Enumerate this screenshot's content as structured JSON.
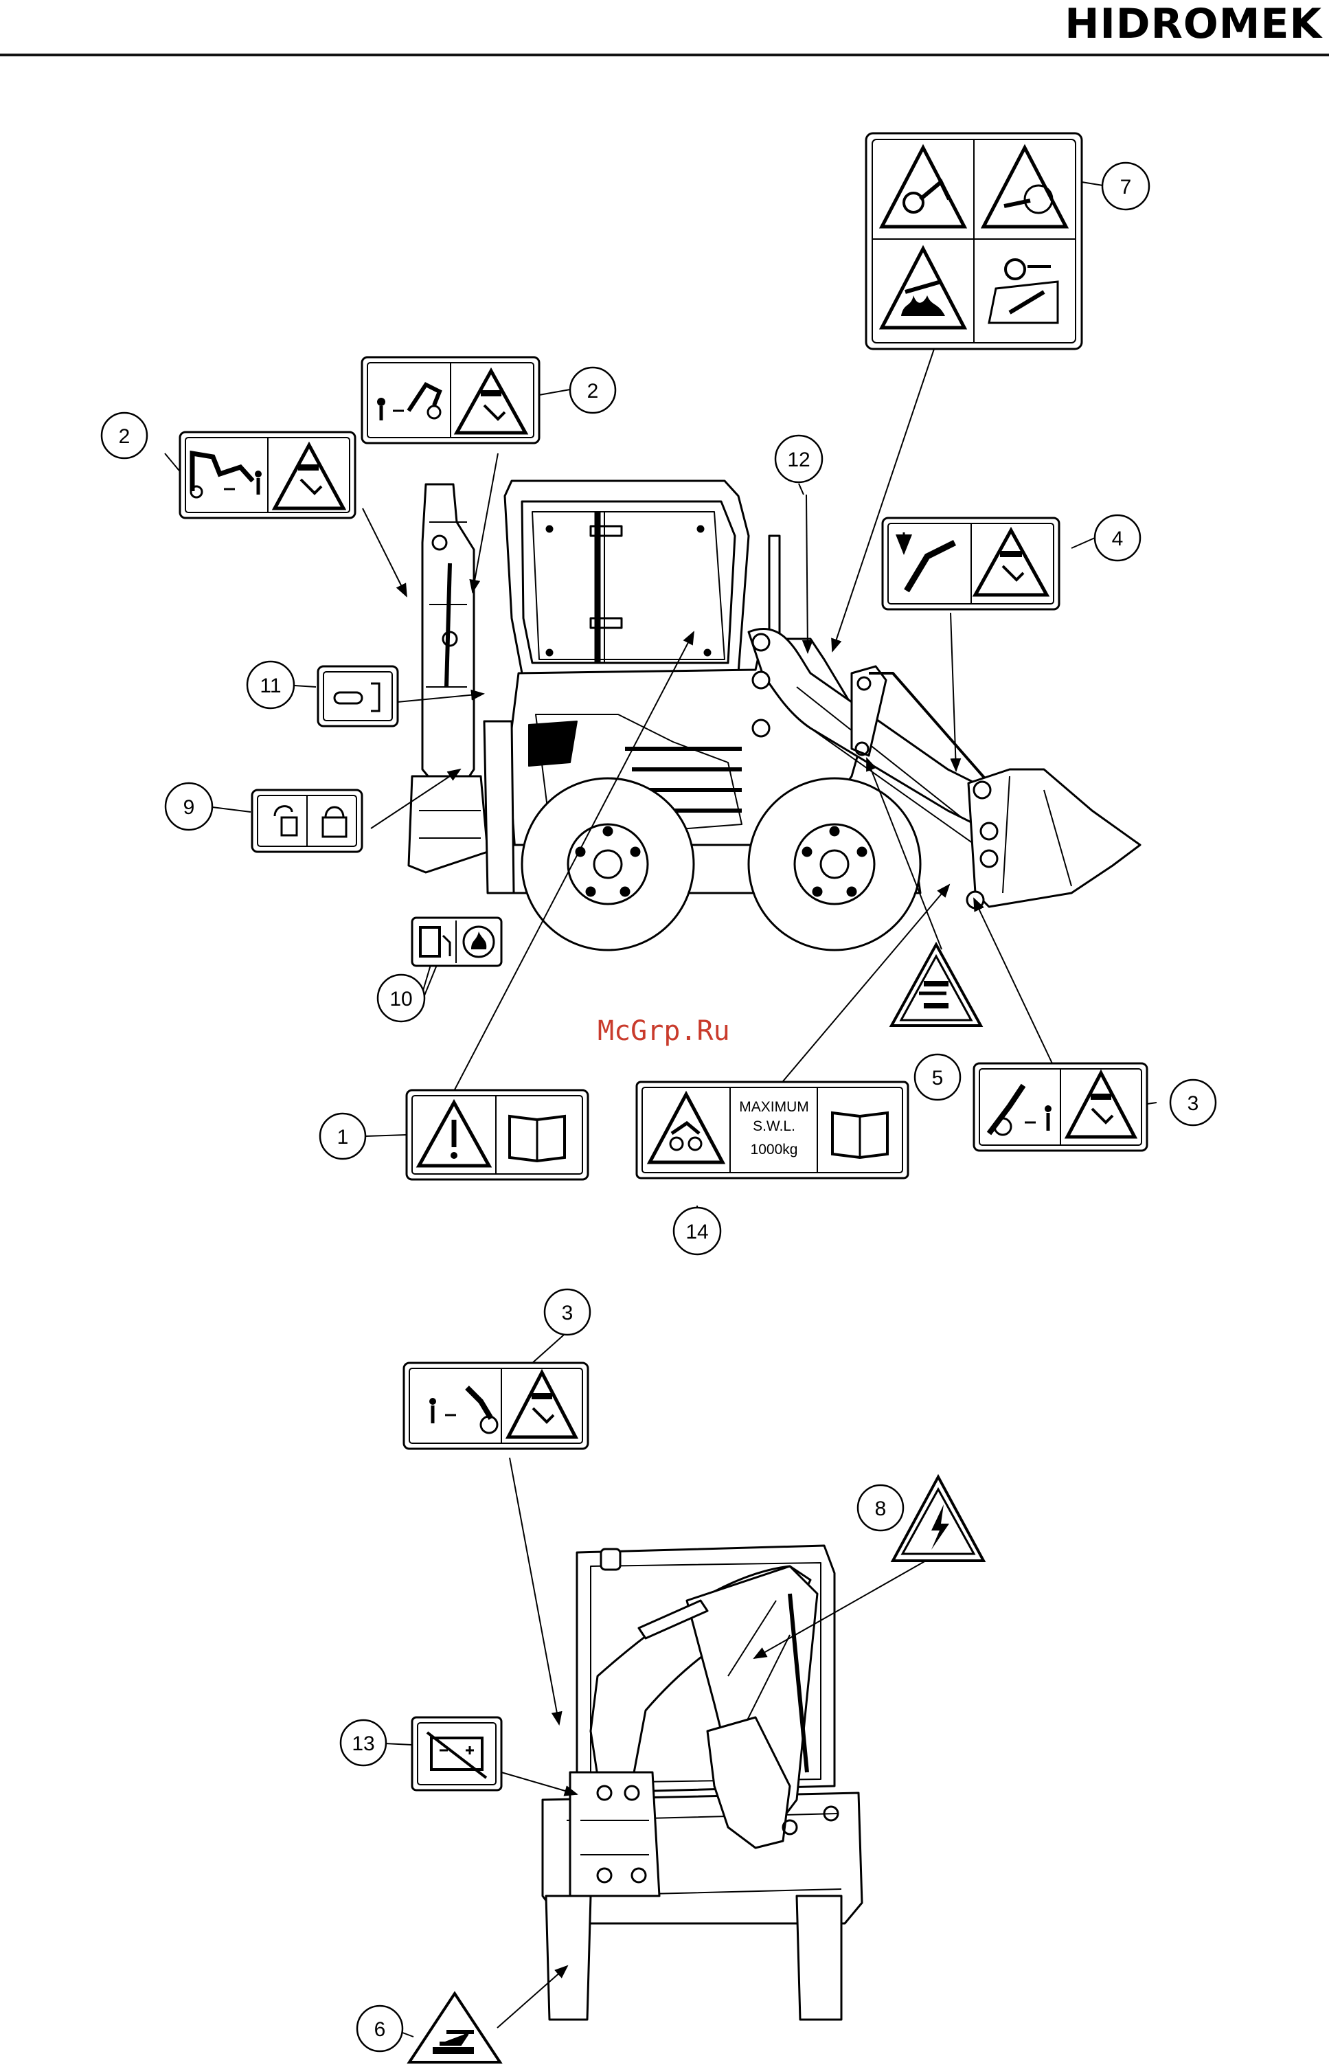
{
  "header": {
    "brand": "HIDROMEK"
  },
  "watermark": "McGrp.Ru",
  "diagram": {
    "views": [
      "side-view",
      "rear-view"
    ],
    "callouts": [
      {
        "id": "c1",
        "number": "1"
      },
      {
        "id": "c2a",
        "number": "2"
      },
      {
        "id": "c2b",
        "number": "2"
      },
      {
        "id": "c3a",
        "number": "3"
      },
      {
        "id": "c3b",
        "number": "3"
      },
      {
        "id": "c4",
        "number": "4"
      },
      {
        "id": "c5",
        "number": "5"
      },
      {
        "id": "c6",
        "number": "6"
      },
      {
        "id": "c7",
        "number": "7"
      },
      {
        "id": "c8",
        "number": "8"
      },
      {
        "id": "c9",
        "number": "9"
      },
      {
        "id": "c10",
        "number": "10"
      },
      {
        "id": "c11",
        "number": "11"
      },
      {
        "id": "c12",
        "number": "12"
      },
      {
        "id": "c13",
        "number": "13"
      },
      {
        "id": "c14",
        "number": "14"
      }
    ],
    "decal_14": {
      "line1": "MAXIMUM",
      "line2": "S.W.L.",
      "line3": "1000kg"
    }
  }
}
